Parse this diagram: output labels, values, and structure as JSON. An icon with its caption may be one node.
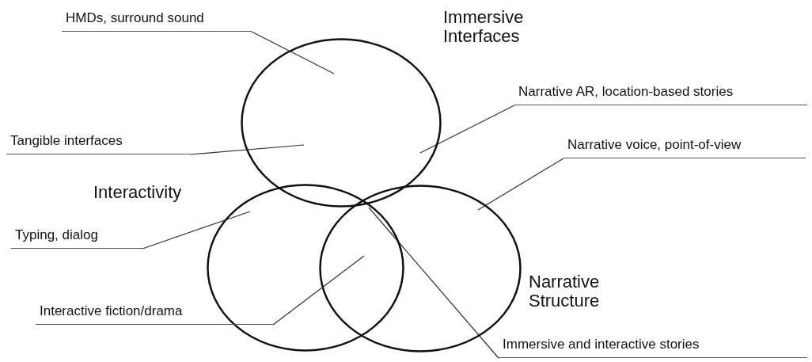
{
  "diagram": {
    "nodes": [
      {
        "text": [
          "HMDs, surround sound"
        ]
      },
      {
        "text": [
          "Immersive Interfaces"
        ]
      },
      {
        "text": [
          "Narrative AR, location-based stories"
        ]
      },
      {
        "text": [
          "Tangible interfaces"
        ]
      },
      {
        "text": [
          "Narrative voice, point-of-view"
        ]
      },
      {
        "text": [
          "Interactivity"
        ]
      },
      {
        "text": [
          "Typing, dialog"
        ]
      },
      {
        "text": [
          "Narrative Structure"
        ]
      },
      {
        "text": [
          "Interactive fiction/drama"
        ]
      },
      {
        "text": [
          "Immersive and interactive stories"
        ]
      }
    ],
    "edges": [
      {
        "from": 0,
        "to": 1,
        "arrow": "none"
      },
      {
        "from": 2,
        "to": 1,
        "arrow": "none"
      },
      {
        "from": 3,
        "to": 1,
        "arrow": "none"
      },
      {
        "from": 4,
        "to": 7,
        "arrow": "none"
      },
      {
        "from": 6,
        "to": 5,
        "arrow": "none"
      },
      {
        "from": 8,
        "to": 5,
        "arrow": "none"
      },
      {
        "from": 9,
        "to": 5,
        "arrow": "none"
      }
    ]
  }
}
